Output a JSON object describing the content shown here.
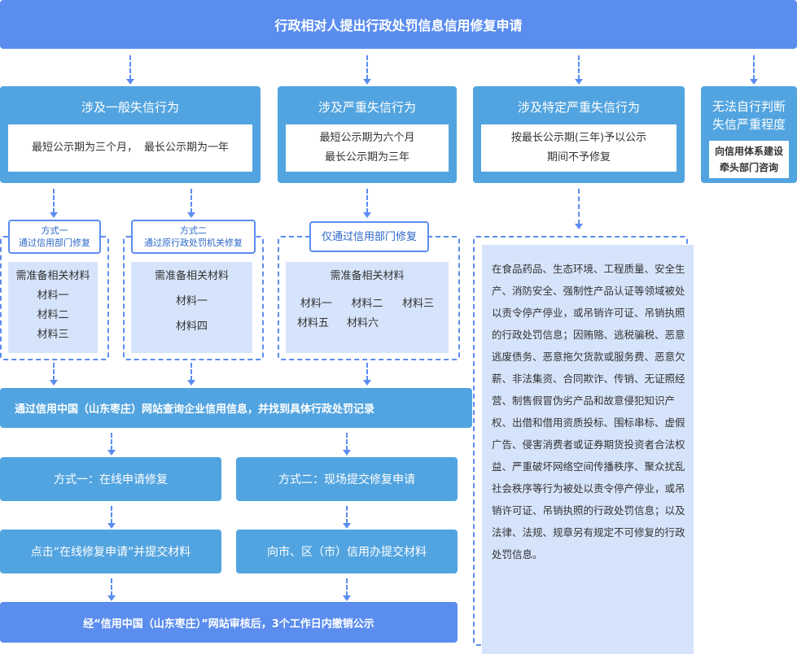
{
  "top_title": "行政相对人提出行政处罚信息信用修复申请",
  "general": {
    "title": "涉及一般失信行为",
    "period_a": "最短公示期为三个月，",
    "period_b": "最长公示期为一年",
    "method1_label": "方式一",
    "method1_sub": "通过信用部门修复",
    "method2_label": "方式二",
    "method2_sub": "通过原行政处罚机关修复",
    "m1_materials": [
      "需准备相关材料",
      "材料一",
      "材料二",
      "材料三"
    ],
    "m2_materials": [
      "需准备相关材料",
      "材料一",
      "材料四"
    ]
  },
  "serious": {
    "title": "涉及严重失信行为",
    "line1": "最短公示期为六个月",
    "line2": "最长公示期为三年",
    "tag": "仅通过信用部门修复",
    "materials_title": "需准备相关材料",
    "materials": [
      "材料一",
      "材料二",
      "材料三",
      "材料五",
      "材料六"
    ]
  },
  "special": {
    "title": "涉及特定严重失信行为",
    "line1": "按最长公示期(三年)予以公示",
    "line2": "期间不予修复",
    "detail": "在食品药品、生态环境、工程质量、安全生产、消防安全、强制性产品认证等领域被处以责令停产停业，或吊销许可证、吊销执照的行政处罚信息；因贿赂、逃税骗税、恶意逃废债务、恶意拖欠货款或服务费、恶意欠薪、非法集资、合同欺诈、传销、无证照经营、制售假冒伪劣产品和故意侵犯知识产权、出借和借用资质投标、围标串标、虚假广告、侵害消费者或证券期货投资者合法权益、严重破坏网络空间传播秩序、聚众扰乱社会秩序等行为被处以责令停产停业，或吊销许可证、吊销执照的行政处罚信息；以及法律、法规、规章另有规定不可修复的行政处罚信息。"
  },
  "unknown": {
    "title_line1": "无法自行判断",
    "title_line2": "失信严重程度",
    "line1": "向信用体系建设",
    "line2": "牵头部门咨询"
  },
  "query_bar": "通过信用中国（山东枣庄）网站查询企业信用信息，并找到具体行政处罚记录",
  "online": {
    "title": "方式一：在线申请修复",
    "step": "点击“在线修复申请”并提交材料"
  },
  "onsite": {
    "title": "方式二：现场提交修复申请",
    "step": "向市、区（市）信用办提交材料"
  },
  "final_bar": "经“信用中国（山东枣庄）”网站审核后，3个工作日内撤销公示"
}
